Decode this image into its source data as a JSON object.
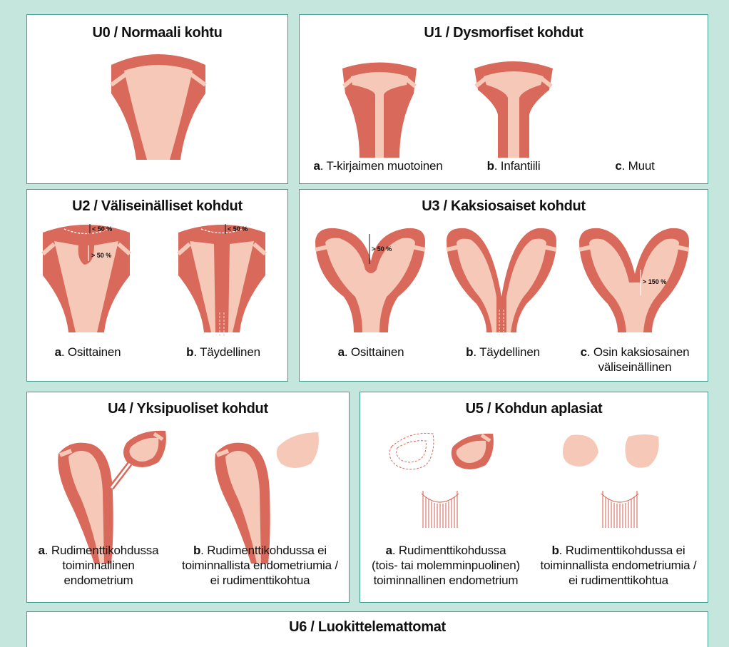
{
  "colors": {
    "background": "#c5e6dd",
    "border": "#3f9c8e",
    "muscle": "#d9695a",
    "cavity": "#f6c8b8"
  },
  "u0": {
    "title": "U0 / Normaali kohtu"
  },
  "u1": {
    "title": "U1 / Dysmorfiset kohdut",
    "a_letter": "a",
    "a_text": ". T-kirjaimen muotoinen",
    "b_letter": "b",
    "b_text": ". Infantiili",
    "c_letter": "c",
    "c_text": ". Muut"
  },
  "u2": {
    "title": "U2 / Väliseinälliset kohdut",
    "a_letter": "a",
    "a_text": ". Osittainen",
    "b_letter": "b",
    "b_text": ". Täydellinen",
    "m1": "< 50 %",
    "m2": "> 50 %",
    "m3": "< 50 %"
  },
  "u3": {
    "title": "U3 / Kaksiosaiset kohdut",
    "a_letter": "a",
    "a_text": ". Osittainen",
    "b_letter": "b",
    "b_text": ". Täydellinen",
    "c_letter": "c",
    "c_line1": ". Osin kaksiosainen",
    "c_line2": "väliseinällinen",
    "m1": "> 50 %",
    "m2": "> 150 %"
  },
  "u4": {
    "title": "U4 / Yksipuoliset kohdut",
    "a_letter": "a",
    "a_line1": ". Rudimenttikohdussa",
    "a_line2": "toiminnallinen",
    "a_line3": "endometrium",
    "b_letter": "b",
    "b_line1": ". Rudimenttikohdussa ei",
    "b_line2": "toiminnallista endometriumia /",
    "b_line3": "ei rudimenttikohtua"
  },
  "u5": {
    "title": "U5 / Kohdun aplasiat",
    "a_letter": "a",
    "a_line1": ". Rudimenttikohdussa",
    "a_line2": "(tois- tai molemminpuolinen)",
    "a_line3": "toiminnallinen endometrium",
    "b_letter": "b",
    "b_line1": ". Rudimenttikohdussa ei",
    "b_line2": "toiminnallista endometriumia /",
    "b_line3": "ei rudimenttikohtua"
  },
  "u6": {
    "title": "U6 / Luokittelemattomat"
  }
}
